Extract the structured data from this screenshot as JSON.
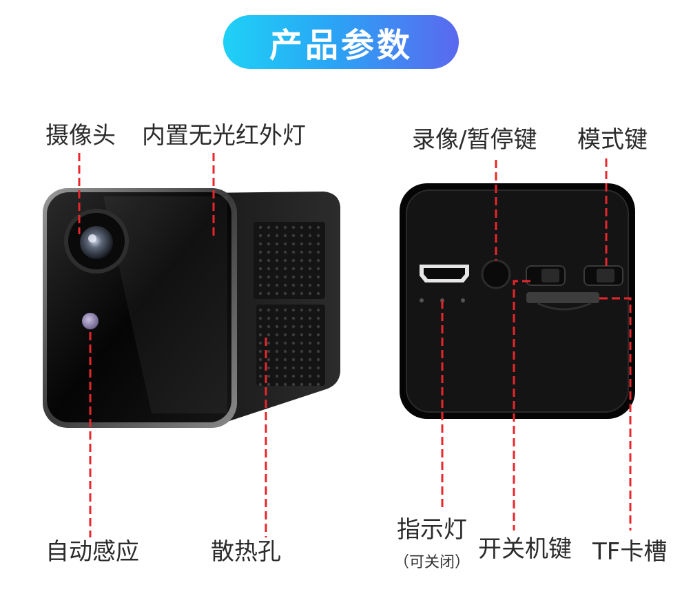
{
  "title": "产品参数",
  "labels": {
    "camera": "摄像头",
    "ir_light": "内置无光红外灯",
    "auto_sensor": "自动感应",
    "heat_vents": "散热孔",
    "record_pause_key": "录像/暂停键",
    "mode_key": "模式键",
    "indicator_light": "指示灯",
    "indicator_note": "（可关闭）",
    "power_key": "开关机键",
    "tf_slot": "TF卡槽"
  },
  "colors": {
    "banner_start": "#1fd1f6",
    "banner_end": "#5b68ef",
    "leader_line": "#e8262b",
    "device_body": "#111111"
  }
}
